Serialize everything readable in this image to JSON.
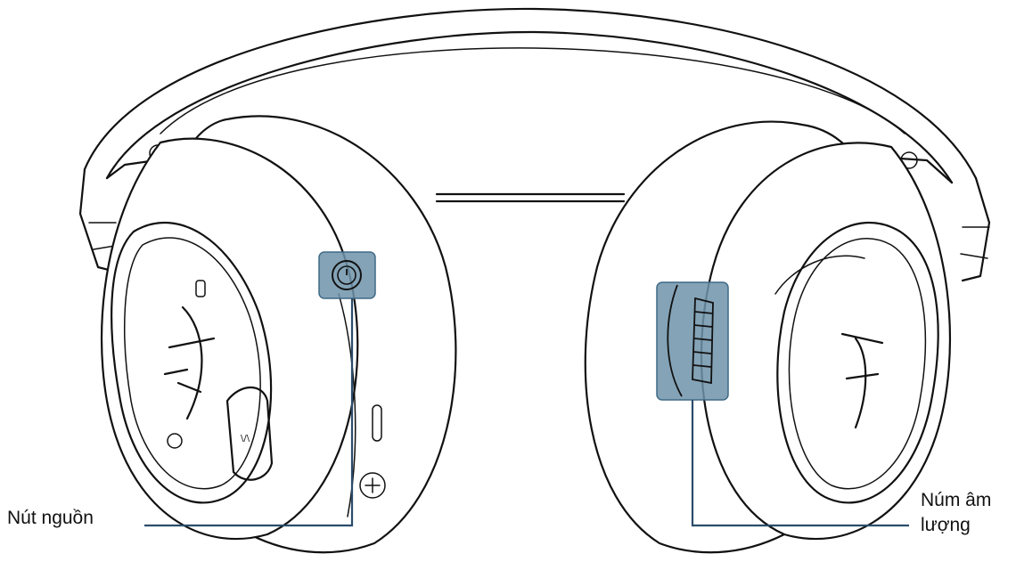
{
  "labels": {
    "power_button": "Nút nguồn",
    "volume_wheel": "Núm âm lượng"
  },
  "colors": {
    "line_art": "#111111",
    "highlight_fill": "#6f93aa",
    "highlight_border": "#3f6a86",
    "leader_line": "#2b4c6a",
    "background": "#ffffff"
  },
  "icons": {
    "power": "power-icon",
    "logo": "hyperx-logo",
    "mute": "mic-mute-icon"
  }
}
